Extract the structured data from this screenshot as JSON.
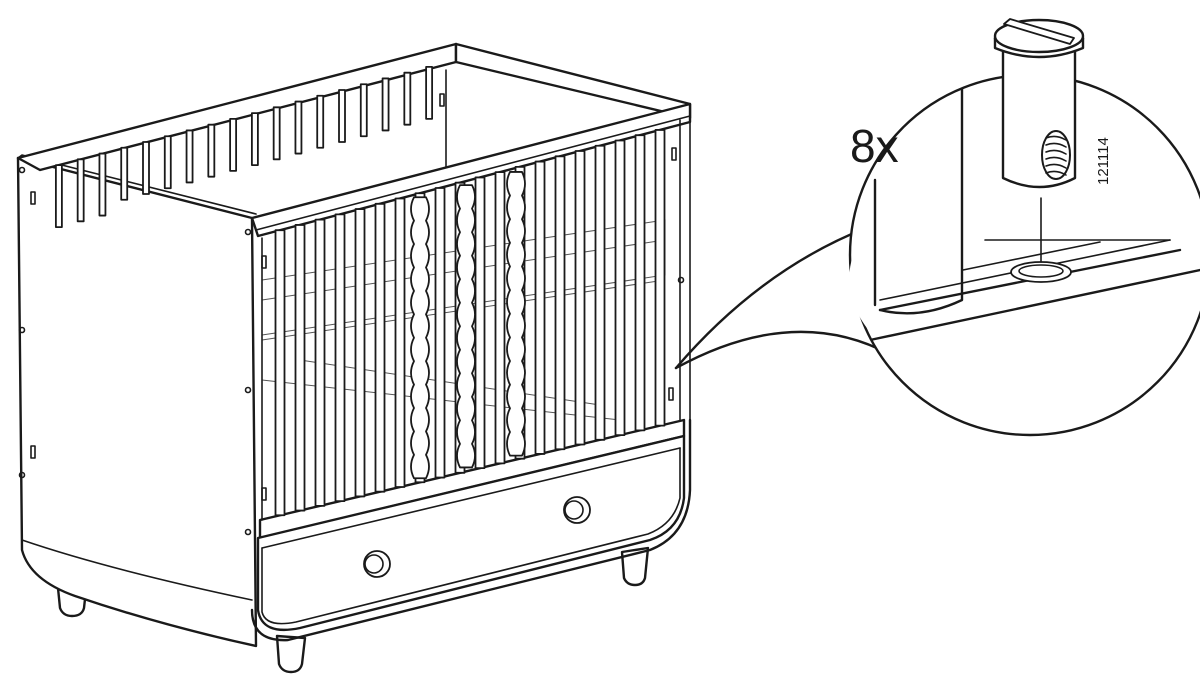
{
  "illustration": {
    "subject": "crib-with-drawer",
    "detail_callout": {
      "quantity_label": "8x",
      "part_number": "121114",
      "part_icon": "barrel-nut-icon"
    }
  },
  "colors": {
    "line": "#1a1a1a",
    "background": "#ffffff"
  }
}
